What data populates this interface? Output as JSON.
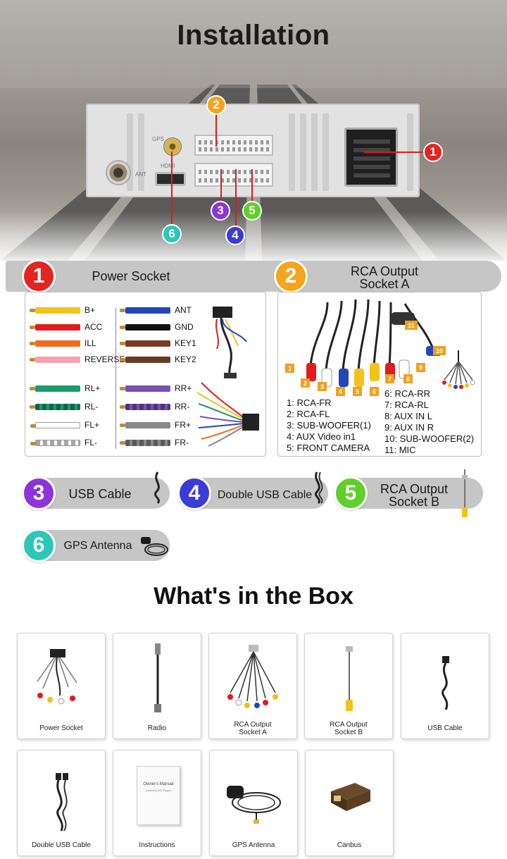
{
  "hero": {
    "title": "Installation",
    "unit_labels": {
      "gps": "GPS",
      "ant": "ANT",
      "hdmi": "HDMI"
    }
  },
  "callouts": [
    "1",
    "2",
    "3",
    "4",
    "5",
    "6"
  ],
  "sections": {
    "s1": {
      "num": "1",
      "title": "Power Socket"
    },
    "s2": {
      "num": "2",
      "title_line1": "RCA Output",
      "title_line2": "Socket A"
    },
    "s3": {
      "num": "3",
      "title": "USB Cable"
    },
    "s4": {
      "num": "4",
      "title": "Double USB Cable"
    },
    "s5": {
      "num": "5",
      "title_line1": "RCA Output",
      "title_line2": "Socket B"
    },
    "s6": {
      "num": "6",
      "title": "GPS Antenna"
    }
  },
  "power_wires": {
    "left": [
      {
        "label": "B+",
        "color": "#f2c318"
      },
      {
        "label": "ACC",
        "color": "#e31b1b"
      },
      {
        "label": "ILL",
        "color": "#f26b1d"
      },
      {
        "label": "REVERSE",
        "color": "#f6a2b0"
      },
      {
        "label": "RL+",
        "color": "#1d9a6c"
      },
      {
        "label": "RL-",
        "color": "#1d9a6c"
      },
      {
        "label": "FL+",
        "color": "#ffffff"
      },
      {
        "label": "FL-",
        "color": "#ffffff"
      }
    ],
    "right": [
      {
        "label": "ANT",
        "color": "#2447b8"
      },
      {
        "label": "GND",
        "color": "#111111"
      },
      {
        "label": "KEY1",
        "color": "#7a3b22"
      },
      {
        "label": "KEY2",
        "color": "#6b3a25"
      },
      {
        "label": "RR+",
        "color": "#7a4fb5"
      },
      {
        "label": "RR-",
        "color": "#7a4fb5"
      },
      {
        "label": "FR+",
        "color": "#888888"
      },
      {
        "label": "FR-",
        "color": "#888888"
      }
    ]
  },
  "rca": {
    "tags": [
      "1",
      "2",
      "3",
      "4",
      "5",
      "6",
      "7",
      "8",
      "9",
      "10",
      "11"
    ],
    "left": [
      "1: RCA-FR",
      "2: RCA-FL",
      "3: SUB-WOOFER(1)",
      "4: AUX Video in1",
      "5: FRONT CAMERA"
    ],
    "right": [
      "6: RCA-RR",
      "7: RCA-RL",
      "8: AUX IN L",
      "9: AUX IN R",
      "10: SUB-WOOFER(2)",
      "11: MIC"
    ]
  },
  "box": {
    "title": "What's in the Box",
    "items": [
      {
        "label_line1": "Power Socket",
        "label_line2": ""
      },
      {
        "label_line1": "Radio",
        "label_line2": ""
      },
      {
        "label_line1": "RCA Output",
        "label_line2": "Socket A"
      },
      {
        "label_line1": "RCA Output",
        "label_line2": "Socket B"
      },
      {
        "label_line1": "USB Cable",
        "label_line2": ""
      },
      {
        "label_line1": "Double USB Cable",
        "label_line2": ""
      },
      {
        "label_line1": "Instructions",
        "label_line2": ""
      },
      {
        "label_line1": "GPS Antenna",
        "label_line2": ""
      },
      {
        "label_line1": "Canbus",
        "label_line2": ""
      }
    ],
    "manual_text": {
      "line1": "Owner's Manual",
      "line2": "Android DVD Player"
    }
  },
  "colors": {
    "c1": "#e32421",
    "c2": "#f4a51c",
    "c3": "#8b35d9",
    "c4": "#3b3bd8",
    "c5": "#5fcf2b",
    "c6": "#2bc8b7"
  }
}
